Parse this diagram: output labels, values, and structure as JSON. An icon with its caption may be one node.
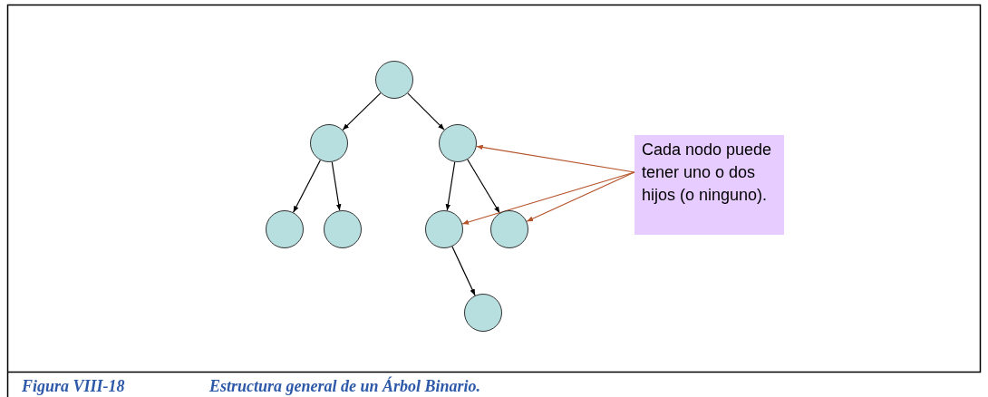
{
  "diagram": {
    "nodes": [
      {
        "text": [],
        "shape": "circle"
      },
      {
        "text": [],
        "shape": "circle"
      },
      {
        "text": [],
        "shape": "circle"
      },
      {
        "text": [],
        "shape": "circle"
      },
      {
        "text": [],
        "shape": "circle"
      },
      {
        "text": [],
        "shape": "circle"
      },
      {
        "text": [],
        "shape": "circle"
      },
      {
        "text": [],
        "shape": "circle"
      },
      {
        "text": [
          "Cada nodo puede tener uno o dos hijos (o ninguno)."
        ]
      }
    ],
    "edges": [
      {
        "from": 0,
        "to": 1,
        "arrow": "to"
      },
      {
        "from": 0,
        "to": 2,
        "arrow": "to"
      },
      {
        "from": 1,
        "to": 3,
        "arrow": "to"
      },
      {
        "from": 1,
        "to": 4,
        "arrow": "to"
      },
      {
        "from": 2,
        "to": 5,
        "arrow": "to"
      },
      {
        "from": 2,
        "to": 6,
        "arrow": "to"
      },
      {
        "from": 5,
        "to": 7,
        "arrow": "to"
      },
      {
        "from": 8,
        "to": 2,
        "arrow": "to",
        "color": "#b5532a"
      },
      {
        "from": 8,
        "to": 5,
        "arrow": "to",
        "color": "#b5532a"
      },
      {
        "from": 8,
        "to": 6,
        "arrow": "to",
        "color": "#b5532a"
      }
    ],
    "labels": [
      "Figura VIII-18",
      "Estructura general de un Árbol Binario."
    ]
  }
}
